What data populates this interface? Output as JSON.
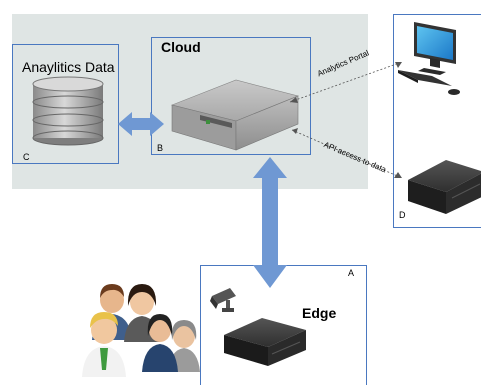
{
  "diagram": {
    "analytics_box": {
      "title": "Anaylitics Data",
      "letter": "C"
    },
    "cloud_box": {
      "title": "Cloud",
      "letter": "B"
    },
    "client_box": {
      "letter": "D"
    },
    "edge_box": {
      "title": "Edge",
      "letter": "A"
    },
    "connections": {
      "portal_label": "Analytics Portal",
      "api_label": "API access to data"
    }
  },
  "colors": {
    "background_panel": "#dfe5e4",
    "box_border": "#4a78c0",
    "arrow_fill": "#6f98d3"
  }
}
